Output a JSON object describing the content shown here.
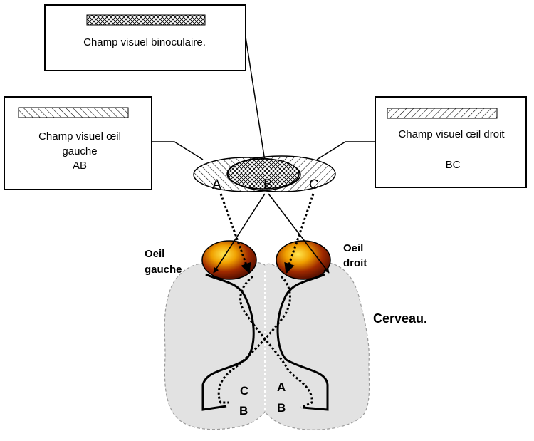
{
  "binocular_box": {
    "label": "Champ visuel binoculaire."
  },
  "left_box": {
    "line1": "Champ visuel œil",
    "line2": "gauche",
    "line3": "AB"
  },
  "right_box": {
    "line1": "Champ visuel œil droit",
    "line2": "BC"
  },
  "field_points": {
    "a": "A",
    "b": "B",
    "c": "C"
  },
  "left_eye": {
    "line1": "Oeil",
    "line2": "gauche"
  },
  "right_eye": {
    "line1": "Oeil",
    "line2": "droit"
  },
  "brain": {
    "label": "Cerveau."
  },
  "left_hemisphere": {
    "top": "C",
    "bottom": "B"
  },
  "right_hemisphere": {
    "top": "A",
    "bottom": "B"
  }
}
